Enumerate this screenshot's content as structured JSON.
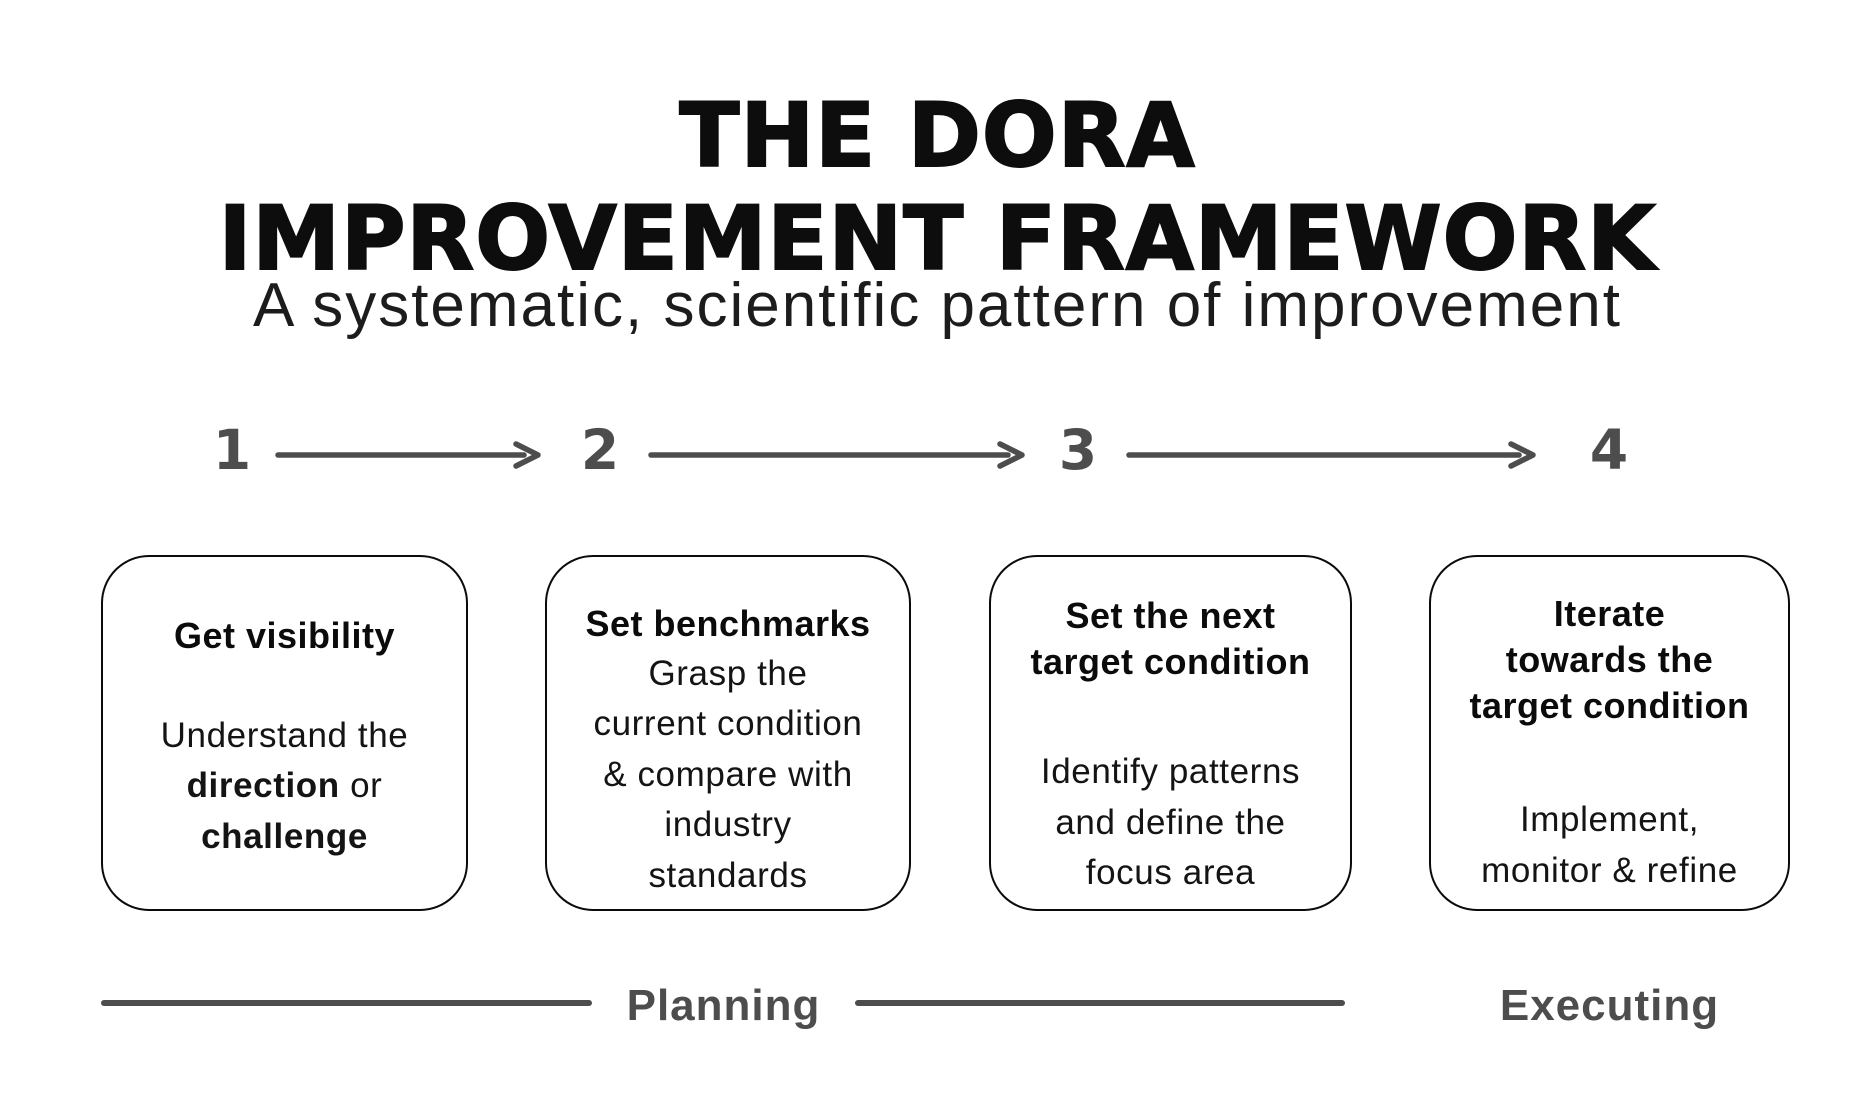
{
  "title": {
    "line1": "THE DORA",
    "line2": "IMPROVEMENT FRAMEWORK"
  },
  "subtitle": "A systematic, scientific pattern of improvement",
  "steps": [
    {
      "number": "1",
      "title": "Get visibility",
      "body": [
        {
          "text": "Understand the\n"
        },
        {
          "text": "direction",
          "bold": true
        },
        {
          "text": " or\n"
        },
        {
          "text": "challenge",
          "bold": true
        }
      ]
    },
    {
      "number": "2",
      "title": "Set benchmarks",
      "body": [
        {
          "text": "Grasp the\ncurrent condition\n& compare with\nindustry\nstandards"
        }
      ]
    },
    {
      "number": "3",
      "title": "Set the next\ntarget condition",
      "body": [
        {
          "text": "Identify patterns\nand define the\nfocus area"
        }
      ]
    },
    {
      "number": "4",
      "title": "Iterate\ntowards the\ntarget condition",
      "body": [
        {
          "text": "Implement,\nmonitor & refine"
        }
      ]
    }
  ],
  "phases": [
    {
      "label": "Planning"
    },
    {
      "label": "Executing"
    }
  ],
  "colors": {
    "gray": "#4d4d4d",
    "black": "#0d0d0d"
  }
}
